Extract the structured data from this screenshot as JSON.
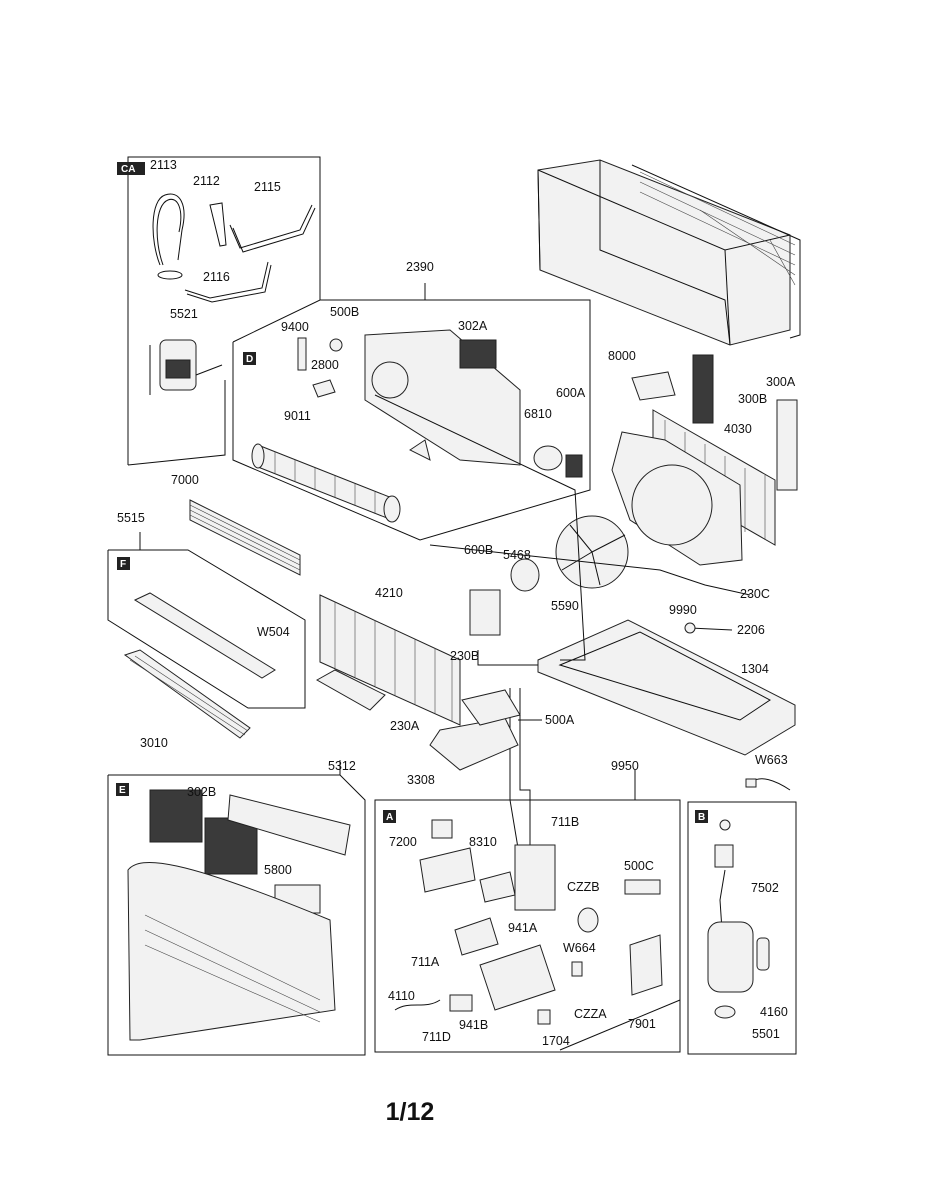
{
  "sections": [
    {
      "id": "CA",
      "tag": "CA"
    },
    {
      "id": "D",
      "tag": "D"
    },
    {
      "id": "F",
      "tag": "F"
    },
    {
      "id": "E",
      "tag": "E"
    },
    {
      "id": "A",
      "tag": "A"
    },
    {
      "id": "B",
      "tag": "B"
    }
  ],
  "labels": {
    "2113": "2113",
    "2112": "2112",
    "2115": "2115",
    "2116": "2116",
    "5521": "5521",
    "2390": "2390",
    "500B": "500B",
    "9400": "9400",
    "302A": "302A",
    "2800": "2800",
    "9011": "9011",
    "6810": "6810",
    "600A": "600A",
    "8000": "8000",
    "300A": "300A",
    "300B": "300B",
    "4030": "4030",
    "7000": "7000",
    "5515": "5515",
    "5468": "5468",
    "600B": "600B",
    "5590": "5590",
    "9990": "9990",
    "230C": "230C",
    "2206": "2206",
    "W504": "W504",
    "4210": "4210",
    "230B": "230B",
    "1304": "1304",
    "500A": "500A",
    "230A": "230A",
    "3010": "3010",
    "3308": "3308",
    "W663": "W663",
    "5312": "5312",
    "302B": "302B",
    "9950": "9950",
    "5800": "5800",
    "711B": "711B",
    "7200": "7200",
    "8310": "8310",
    "CZZB": "CZZB",
    "500C": "500C",
    "7502": "7502",
    "941A": "941A",
    "W664": "W664",
    "711A": "711A",
    "4110": "4110",
    "941B": "941B",
    "711D": "711D",
    "1704": "1704",
    "CZZA": "CZZA",
    "7901": "7901",
    "4160": "4160",
    "5501": "5501"
  },
  "page_number": "1/12"
}
